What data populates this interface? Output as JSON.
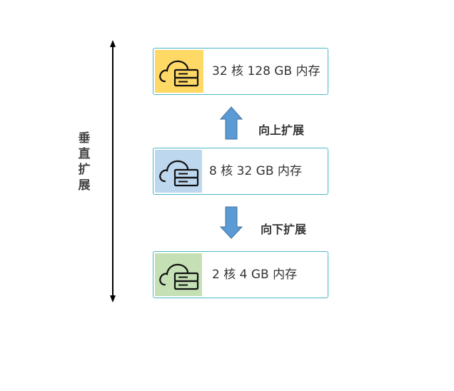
{
  "diagram": {
    "axis_label": "垂\n直\n扩\n展",
    "servers": [
      {
        "spec": "32 核 128 GB 内存",
        "tile_color": "#ffd966",
        "icon": "cloud-server-icon"
      },
      {
        "spec": "8 核 32 GB 内存",
        "tile_color": "#bdd7ee",
        "icon": "cloud-server-icon"
      },
      {
        "spec": "2 核 4 GB 内存",
        "tile_color": "#c5e0b4",
        "icon": "cloud-server-icon"
      }
    ],
    "scale_up_label": "向上扩展",
    "scale_down_label": "向下扩展",
    "colors": {
      "arrow_fill": "#5b9bd5",
      "arrow_stroke": "#41719c",
      "box_border": "#4bb8c8",
      "axis_line": "#000000"
    }
  }
}
